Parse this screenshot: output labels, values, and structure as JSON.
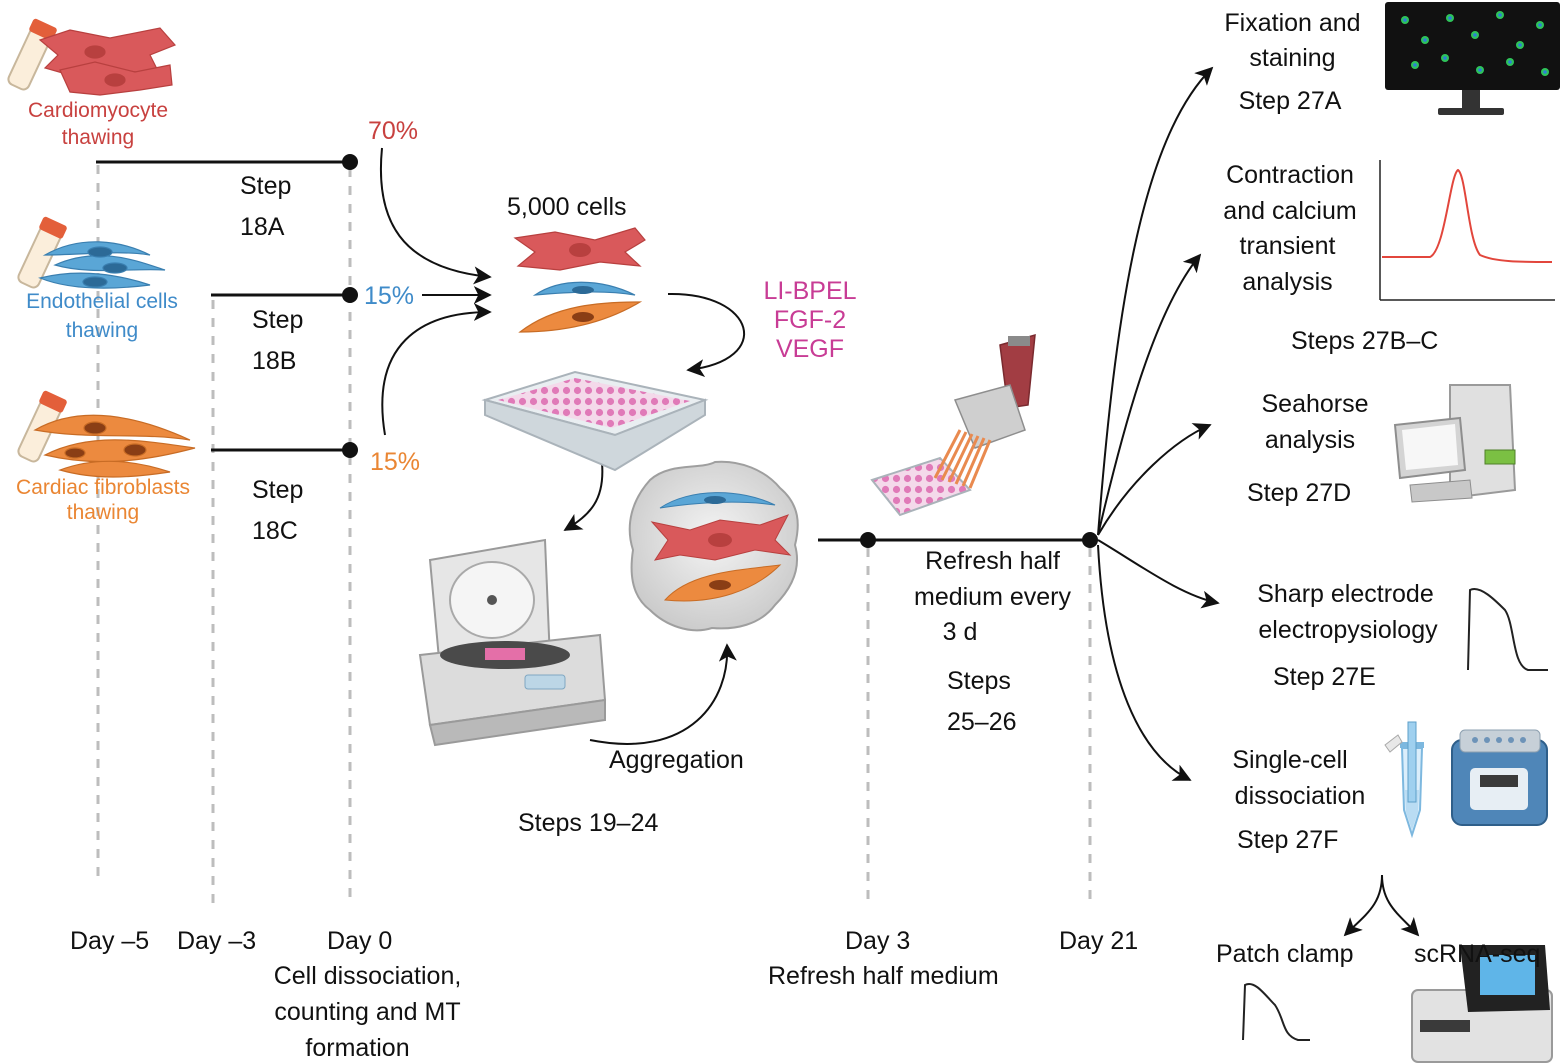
{
  "colors": {
    "cardiomyocyte": "#d9595b",
    "endothelial": "#5aa6d6",
    "fibroblast": "#ec8a3f",
    "factors": "#c83c95",
    "timeline": "#111111",
    "guide": "#bdbdbd",
    "trace": "#e2463c"
  },
  "cells": {
    "cardiomyocyte": [
      "Cardiomyocyte",
      "thawing"
    ],
    "endothelial": [
      "Endothelial cells",
      "thawing"
    ],
    "fibroblast": [
      "Cardiac fibroblasts",
      "thawing"
    ]
  },
  "steps": {
    "s18a": [
      "Step",
      "18A"
    ],
    "s18b": [
      "Step",
      "18B"
    ],
    "s18c": [
      "Step",
      "18C"
    ],
    "s19_24": "Steps 19–24",
    "s25_26": [
      "Steps",
      "25–26"
    ]
  },
  "percentages": {
    "cm": "70%",
    "ec": "15%",
    "cf": "15%"
  },
  "cell_count": "5,000 cells",
  "factors": [
    "LI-BPEL",
    "FGF-2",
    "VEGF"
  ],
  "aggregation": "Aggregation",
  "refresh_text": [
    "Refresh half",
    "medium every",
    "3 d"
  ],
  "days": {
    "d_minus5": "Day –5",
    "d_minus3": "Day –3",
    "d0": "Day 0",
    "d0_desc": [
      "Cell dissociation,",
      "counting and MT",
      "formation"
    ],
    "d3": "Day 3",
    "d3_desc": "Refresh half medium",
    "d21": "Day 21"
  },
  "outcomes": {
    "fixation": [
      "Fixation and",
      "staining",
      "Step 27A"
    ],
    "contraction": [
      "Contraction",
      "and calcium",
      "transient",
      "analysis",
      "Steps 27B–C"
    ],
    "seahorse": [
      "Seahorse",
      "analysis",
      "Step 27D"
    ],
    "sharp": [
      "Sharp electrode",
      "electropysiology",
      "Step 27E"
    ],
    "singlecell": [
      "Single-cell",
      "dissociation",
      "Step 27F"
    ],
    "patch": "Patch clamp",
    "scrna": "scRNA-seq"
  },
  "icons": [
    "cell-vial-icon",
    "cardiomyocyte-icon",
    "endothelial-cell-icon",
    "fibroblast-icon",
    "well-plate-icon",
    "centrifuge-icon",
    "microtissue-icon",
    "multichannel-pipette-icon",
    "monitor-icon",
    "calcium-trace-icon",
    "seahorse-analyzer-icon",
    "action-potential-icon",
    "tube-icon",
    "thermomixer-icon",
    "sequencer-icon"
  ]
}
